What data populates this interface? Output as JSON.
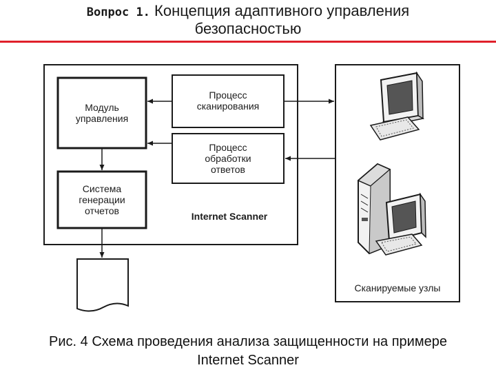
{
  "header": {
    "question_prefix": "Вопрос 1.",
    "title_line1": "Концепция адаптивного управления",
    "title_line2": "безопасностью"
  },
  "diagram": {
    "module_control": [
      "Модуль",
      "управления"
    ],
    "scan_process": [
      "Процесс",
      "сканирования"
    ],
    "response_process": [
      "Процесс",
      "обработки",
      "ответов"
    ],
    "report_system": [
      "Система",
      "генерации",
      "отчетов"
    ],
    "product_label": "Internet Scanner",
    "scanned_nodes_label": "Сканируемые узлы"
  },
  "caption": {
    "line1": "Рис. 4 Схема проведения анализа защищенности на примере",
    "line2": "Internet Scanner"
  },
  "colors": {
    "accent_rule": "#e0202a",
    "line": "#1a1a1a",
    "box_fill": "#ffffff"
  },
  "icons": [
    "workstation-icon",
    "server-tower-icon",
    "monitor-icon",
    "keyboard-icon"
  ]
}
